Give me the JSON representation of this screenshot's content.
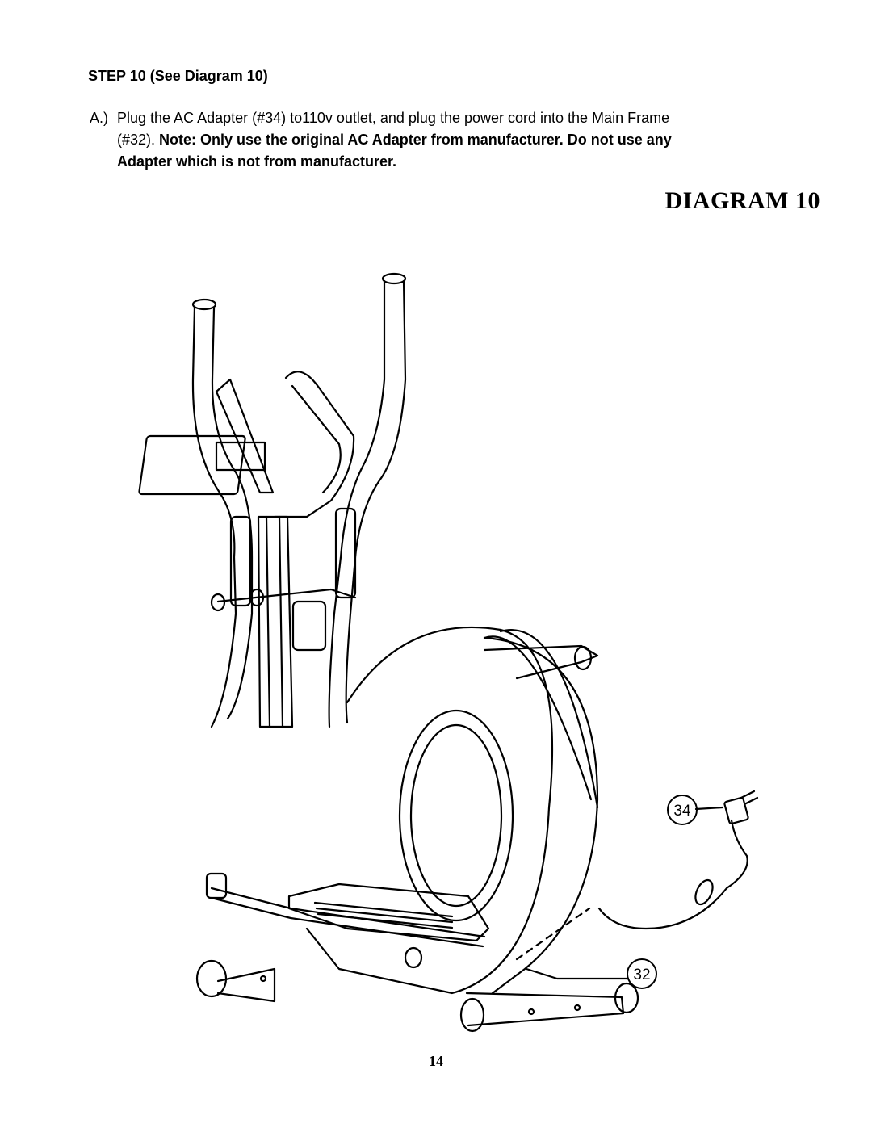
{
  "step": {
    "heading": "STEP 10 (See Diagram 10)"
  },
  "instruction": {
    "label": "A.)",
    "line1": "Plug the AC Adapter (#34) to110v outlet, and plug the power cord into the Main Frame",
    "line2_normal": "(#32). ",
    "line2_bold": "Note: Only use the original AC Adapter from manufacturer. Do not use any",
    "line3_bold": "Adapter which is not from manufacturer."
  },
  "diagram": {
    "title": "DIAGRAM 10",
    "callouts": [
      {
        "part": "34"
      },
      {
        "part": "32"
      }
    ]
  },
  "page": {
    "number": "14"
  }
}
